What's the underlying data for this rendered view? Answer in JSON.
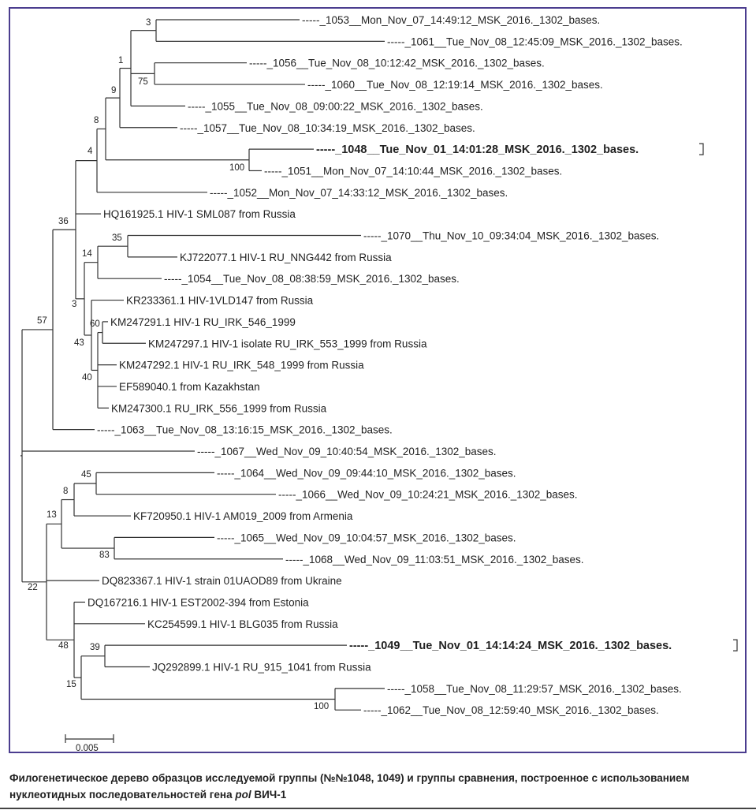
{
  "tree": {
    "leaves": [
      {
        "label": "-----_1053__Mon_Nov_07_14:49:12_MSK_2016._1302_bases."
      },
      {
        "label": "-----_1061__Tue_Nov_08_12:45:09_MSK_2016._1302_bases."
      },
      {
        "label": "-----_1056__Tue_Nov_08_10:12:42_MSK_2016._1302_bases."
      },
      {
        "label": "-----_1060__Tue_Nov_08_12:19:14_MSK_2016._1302_bases."
      },
      {
        "label": "-----_1055__Tue_Nov_08_09:00:22_MSK_2016._1302_bases."
      },
      {
        "label": "-----_1057__Tue_Nov_08_10:34:19_MSK_2016._1302_bases."
      },
      {
        "label": "-----_1048__Tue_Nov_01_14:01:28_MSK_2016._1302_bases.",
        "bold": true
      },
      {
        "label": "-----_1051__Mon_Nov_07_14:10:44_MSK_2016._1302_bases."
      },
      {
        "label": "-----_1052__Mon_Nov_07_14:33:12_MSK_2016._1302_bases."
      },
      {
        "label": "HQ161925.1 HIV-1 SML087 from Russia"
      },
      {
        "label": "-----_1070__Thu_Nov_10_09:34:04_MSK_2016._1302_bases."
      },
      {
        "label": "KJ722077.1 HIV-1 RU_NNG442 from Russia"
      },
      {
        "label": "-----_1054__Tue_Nov_08_08:38:59_MSK_2016._1302_bases."
      },
      {
        "label": "KR233361.1 HIV-1VLD147 from Russia"
      },
      {
        "label": "KM247291.1 HIV-1 RU_IRK_546_1999"
      },
      {
        "label": "KM247297.1 HIV-1 isolate RU_IRK_553_1999 from Russia"
      },
      {
        "label": "KM247292.1 HIV-1 RU_IRK_548_1999 from Russia"
      },
      {
        "label": "EF589040.1 from Kazakhstan"
      },
      {
        "label": "KM247300.1 RU_IRK_556_1999 from Russia"
      },
      {
        "label": "-----_1063__Tue_Nov_08_13:16:15_MSK_2016._1302_bases."
      },
      {
        "label": "-----_1067__Wed_Nov_09_10:40:54_MSK_2016._1302_bases."
      },
      {
        "label": "-----_1064__Wed_Nov_09_09:44:10_MSK_2016._1302_bases."
      },
      {
        "label": "-----_1066__Wed_Nov_09_10:24:21_MSK_2016._1302_bases."
      },
      {
        "label": "KF720950.1 HIV-1  AM019_2009 from Armenia"
      },
      {
        "label": "-----_1065__Wed_Nov_09_10:04:57_MSK_2016._1302_bases."
      },
      {
        "label": "-----_1068__Wed_Nov_09_11:03:51_MSK_2016._1302_bases."
      },
      {
        "label": "DQ823367.1 HIV-1 strain 01UAOD89 from Ukraine"
      },
      {
        "label": "DQ167216.1 HIV-1 EST2002-394 from Estonia"
      },
      {
        "label": "KC254599.1 HIV-1 BLG035 from Russia"
      },
      {
        "label": "-----_1049__Tue_Nov_01_14:14:24_MSK_2016._1302_bases.",
        "bold": true
      },
      {
        "label": "JQ292899.1 HIV-1  RU_915_1041 from Russia"
      },
      {
        "label": "-----_1058__Tue_Nov_08_11:29:57_MSK_2016._1302_bases."
      },
      {
        "label": "-----_1062__Tue_Nov_08_12:59:40_MSK_2016._1302_bases."
      }
    ],
    "support_values": [
      "3",
      "75",
      "1",
      "9",
      "8",
      "100",
      "4",
      "36",
      "35",
      "14",
      "3",
      "60",
      "43",
      "40",
      "57",
      "45",
      "8",
      "13",
      "83",
      "22",
      "39",
      "48",
      "15",
      "100"
    ],
    "scale_bar": {
      "label": "0.005"
    }
  },
  "caption": {
    "text": "Филогенетическое дерево образцов исследуемой группы (№№1048, 1049) и группы сравнения, построенное с ис­пользованием нуклеотидных последовательностей гена ",
    "gene": "pol",
    "suffix": " ВИЧ-1"
  }
}
